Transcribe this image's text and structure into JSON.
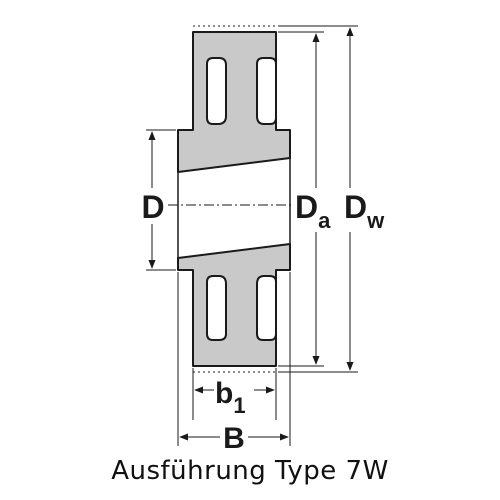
{
  "labels": {
    "bore": "D",
    "outer_main": "D",
    "outer_sub": "a",
    "pitch_main": "D",
    "pitch_sub": "w",
    "groove_main": "b",
    "groove_sub": "1",
    "width": "B"
  },
  "caption": "Ausführung Type 7W",
  "colors": {
    "body_fill": "#c9c9c9",
    "line": "#1a1a1a",
    "background": "#ffffff"
  }
}
